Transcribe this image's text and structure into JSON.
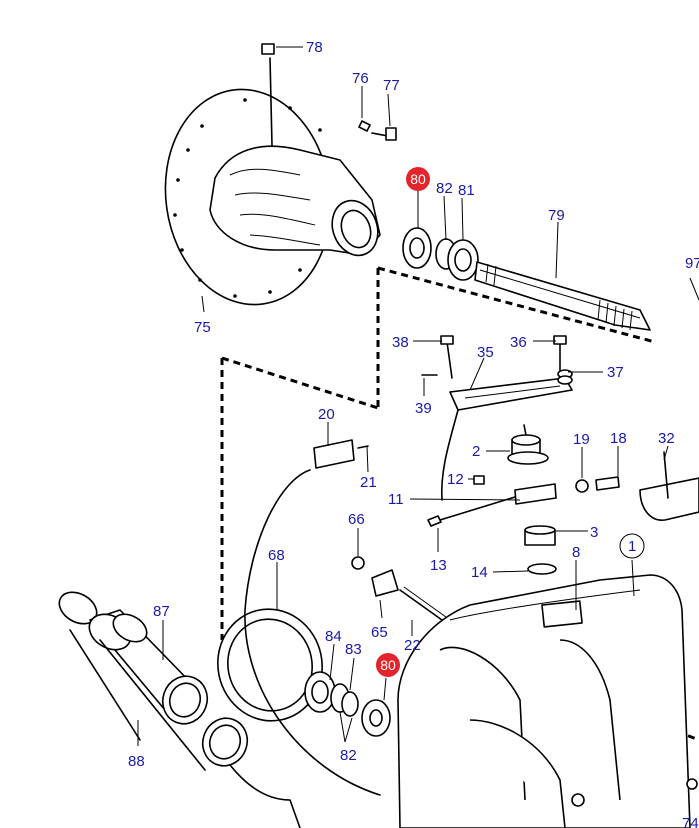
{
  "diagram": {
    "labels": [
      "78",
      "76",
      "77",
      "82",
      "81",
      "79",
      "97",
      "75",
      "38",
      "35",
      "36",
      "37",
      "39",
      "2",
      "19",
      "18",
      "32",
      "20",
      "12",
      "21",
      "11",
      "13",
      "3",
      "66",
      "1",
      "68",
      "14",
      "8",
      "87",
      "84",
      "83",
      "65",
      "22",
      "82",
      "88",
      "74"
    ],
    "highlighted_labels": [
      "80",
      "80"
    ],
    "colors": {
      "label": "#1a1aa6",
      "highlight": "#e3242b",
      "line": "#000000"
    }
  }
}
